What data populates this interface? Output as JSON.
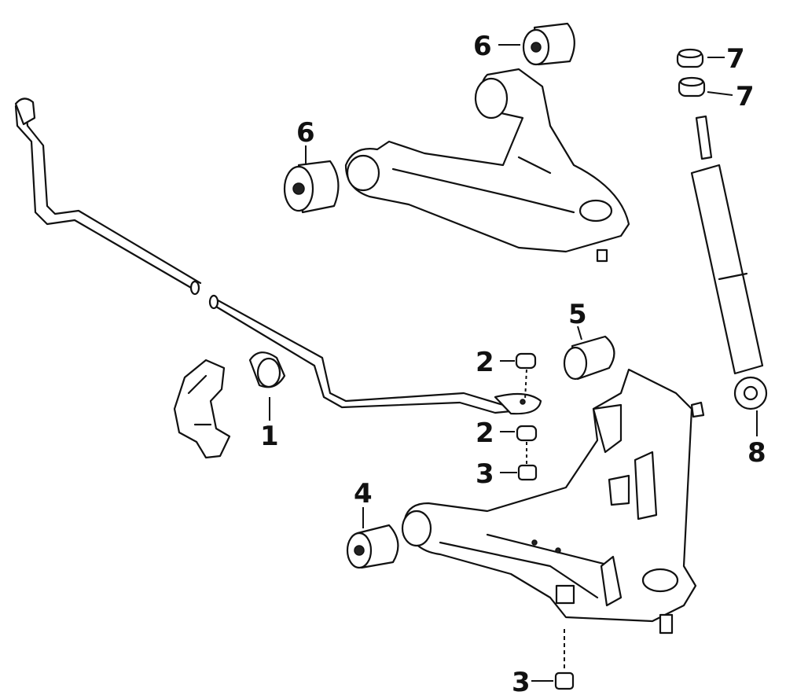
{
  "diagram": {
    "callouts": [
      {
        "id": "6a",
        "text": "6",
        "part": "upper-arm-bushing-top"
      },
      {
        "id": "6b",
        "text": "6",
        "part": "upper-arm-bushing-left"
      },
      {
        "id": "7a",
        "text": "7",
        "part": "shock-mount-bushing-top"
      },
      {
        "id": "7b",
        "text": "7",
        "part": "shock-mount-bushing-lower"
      },
      {
        "id": "5",
        "text": "5",
        "part": "lower-arm-rear-bushing"
      },
      {
        "id": "2a",
        "text": "2",
        "part": "stabilizer-link-bushing-upper"
      },
      {
        "id": "2b",
        "text": "2",
        "part": "stabilizer-link-bushing-lower"
      },
      {
        "id": "3a",
        "text": "3",
        "part": "stabilizer-link-nut"
      },
      {
        "id": "1",
        "text": "1",
        "part": "stabilizer-bar-bushing"
      },
      {
        "id": "4",
        "text": "4",
        "part": "lower-arm-front-bushing"
      },
      {
        "id": "8",
        "text": "8",
        "part": "shock-absorber-eye-bushing"
      },
      {
        "id": "3b",
        "text": "3",
        "part": "ball-joint-nut"
      }
    ]
  }
}
